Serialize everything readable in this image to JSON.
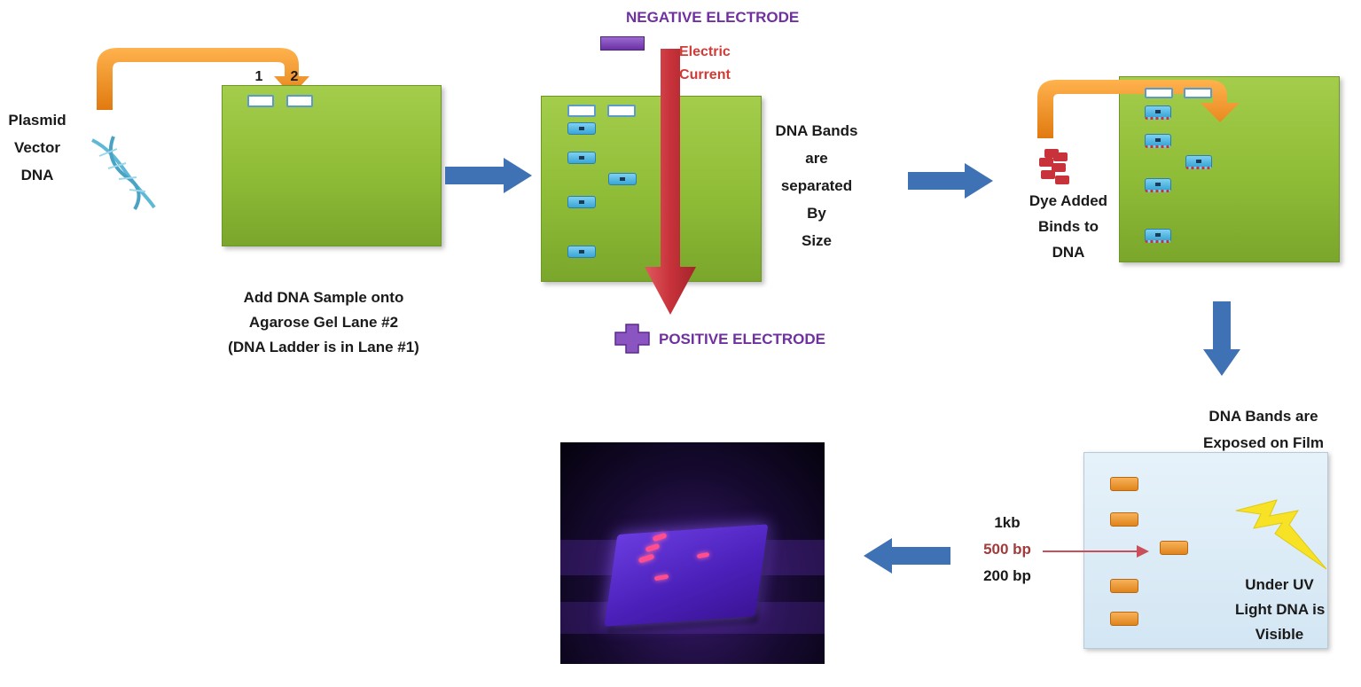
{
  "step1": {
    "plasmid_label": [
      "Plasmid",
      "Vector",
      "DNA"
    ],
    "lane_numbers": [
      "1",
      "2"
    ],
    "caption": [
      "Add DNA Sample onto",
      "Agarose Gel Lane #2",
      "(DNA Ladder is in Lane #1)"
    ]
  },
  "step2": {
    "negative_electrode": "NEGATIVE ELECTRODE",
    "current_label": [
      "Electric",
      "Current"
    ],
    "positive_electrode": "POSITIVE ELECTRODE"
  },
  "separation_label": [
    "DNA Bands",
    "are",
    "separated",
    "By",
    "Size"
  ],
  "step3": {
    "dye_label": [
      "Dye Added",
      "Binds to",
      "DNA"
    ]
  },
  "step4": {
    "exposed_label": [
      "DNA Bands are",
      "Exposed on Film"
    ],
    "uv_label": [
      "Under UV",
      "Light DNA is",
      "Visible"
    ],
    "size_labels": {
      "kb1": "1kb",
      "bp500": "500 bp",
      "bp200": "200 bp"
    }
  },
  "colors": {
    "gel_green": "#8fbc37",
    "flow_arrow_blue": "#3f72b5",
    "orange_arrow": "#f08a1c",
    "current_red": "#c8323a",
    "electrode_purple": "#7030a0",
    "marker_red": "#a23b3b",
    "lightning_yellow": "#f7e225"
  }
}
